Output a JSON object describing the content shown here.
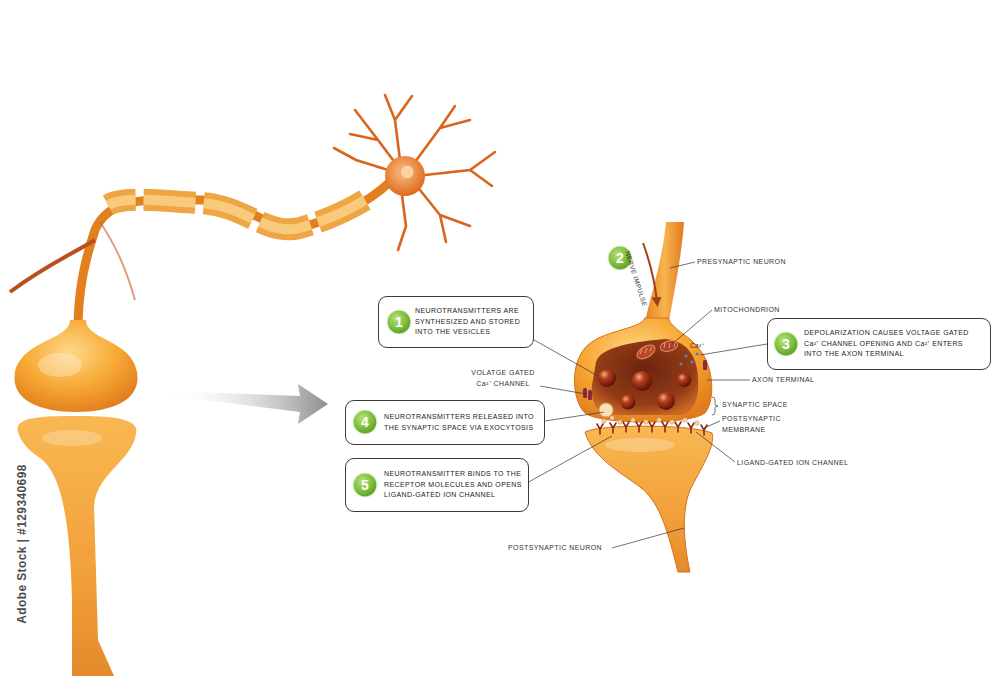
{
  "diagram": {
    "nodes": [
      {
        "text": [
          "NEUROTRANSMITTERS ARE SYNTHESIZED AND STORED INTO THE VESICLES"
        ]
      },
      {
        "text": [
          "1"
        ],
        "in": 0
      },
      {
        "text": [
          "2"
        ]
      },
      {
        "text": [
          "DEPOLARIZATION CAUSES VOLTAGE GATED Ca²⁺ CHANNEL OPENING AND Ca²⁺ ENTERS INTO THE AXON TERMINAL"
        ]
      },
      {
        "text": [
          "3"
        ],
        "in": 3
      },
      {
        "text": [
          "NEUROTRANSMITTERS RELEASED INTO THE SYNAPTIC SPACE VIA EXOCYTOSIS"
        ]
      },
      {
        "text": [
          "4"
        ],
        "in": 5
      },
      {
        "text": [
          "NEUROTRANSMITTER BINDS TO THE RECEPTOR MOLECULES AND OPENS LIGAND-GATED ION CHANNEL"
        ]
      },
      {
        "text": [
          "5"
        ],
        "in": 7
      }
    ],
    "labels": [
      "NERVE IMPULSE",
      "PRESYNAPTIC NEURON",
      "MITOCHONDRION",
      "Ca²⁺",
      "VOLATGE GATED Ca²⁺ CHANNEL",
      "AXON TERMINAL",
      "SYNAPTIC SPACE",
      "POSTSYNAPTIC MEMBRANE",
      "LIGAND-GATED ION CHANNEL",
      "POSTSYNAPTIC NEURON",
      "Adobe Stock | #129340698"
    ]
  }
}
